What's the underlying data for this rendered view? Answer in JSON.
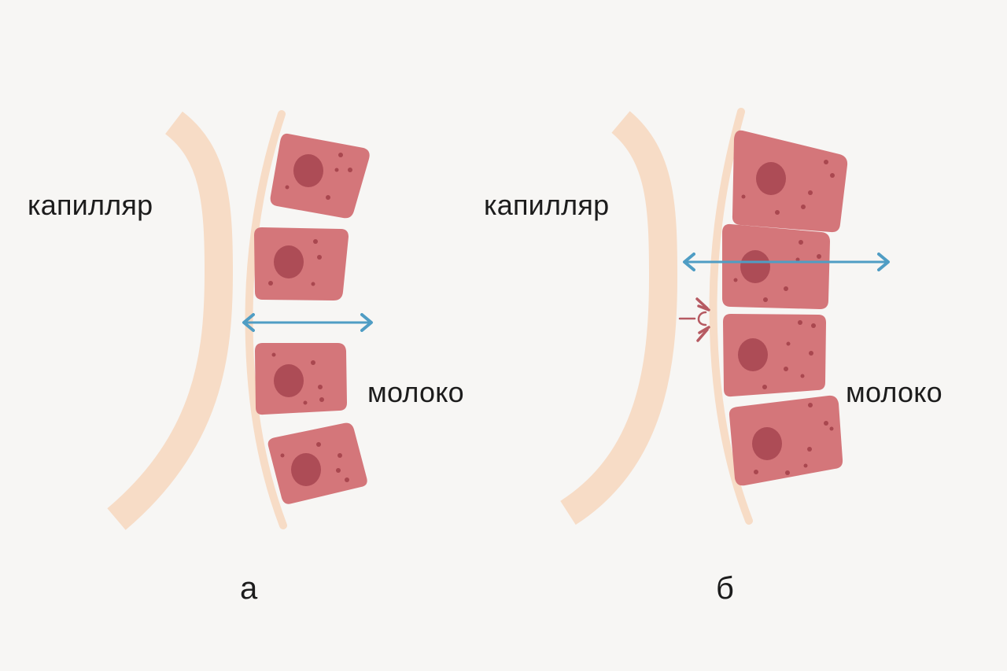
{
  "panels": [
    {
      "letter": "а",
      "capillary_label": "капилляр",
      "milk_label": "молоко"
    },
    {
      "letter": "б",
      "capillary_label": "капилляр",
      "milk_label": "молоко"
    }
  ],
  "colors": {
    "background": "#f7f6f4",
    "capillary_wall": "#f7dcc6",
    "cell_fill": "#d4767a",
    "cell_nucleus": "#ad4c56",
    "cell_granule": "#a9474f",
    "arrow": "#4f9dc4",
    "receptor": "#b65a62",
    "text": "#1c1c1c"
  }
}
